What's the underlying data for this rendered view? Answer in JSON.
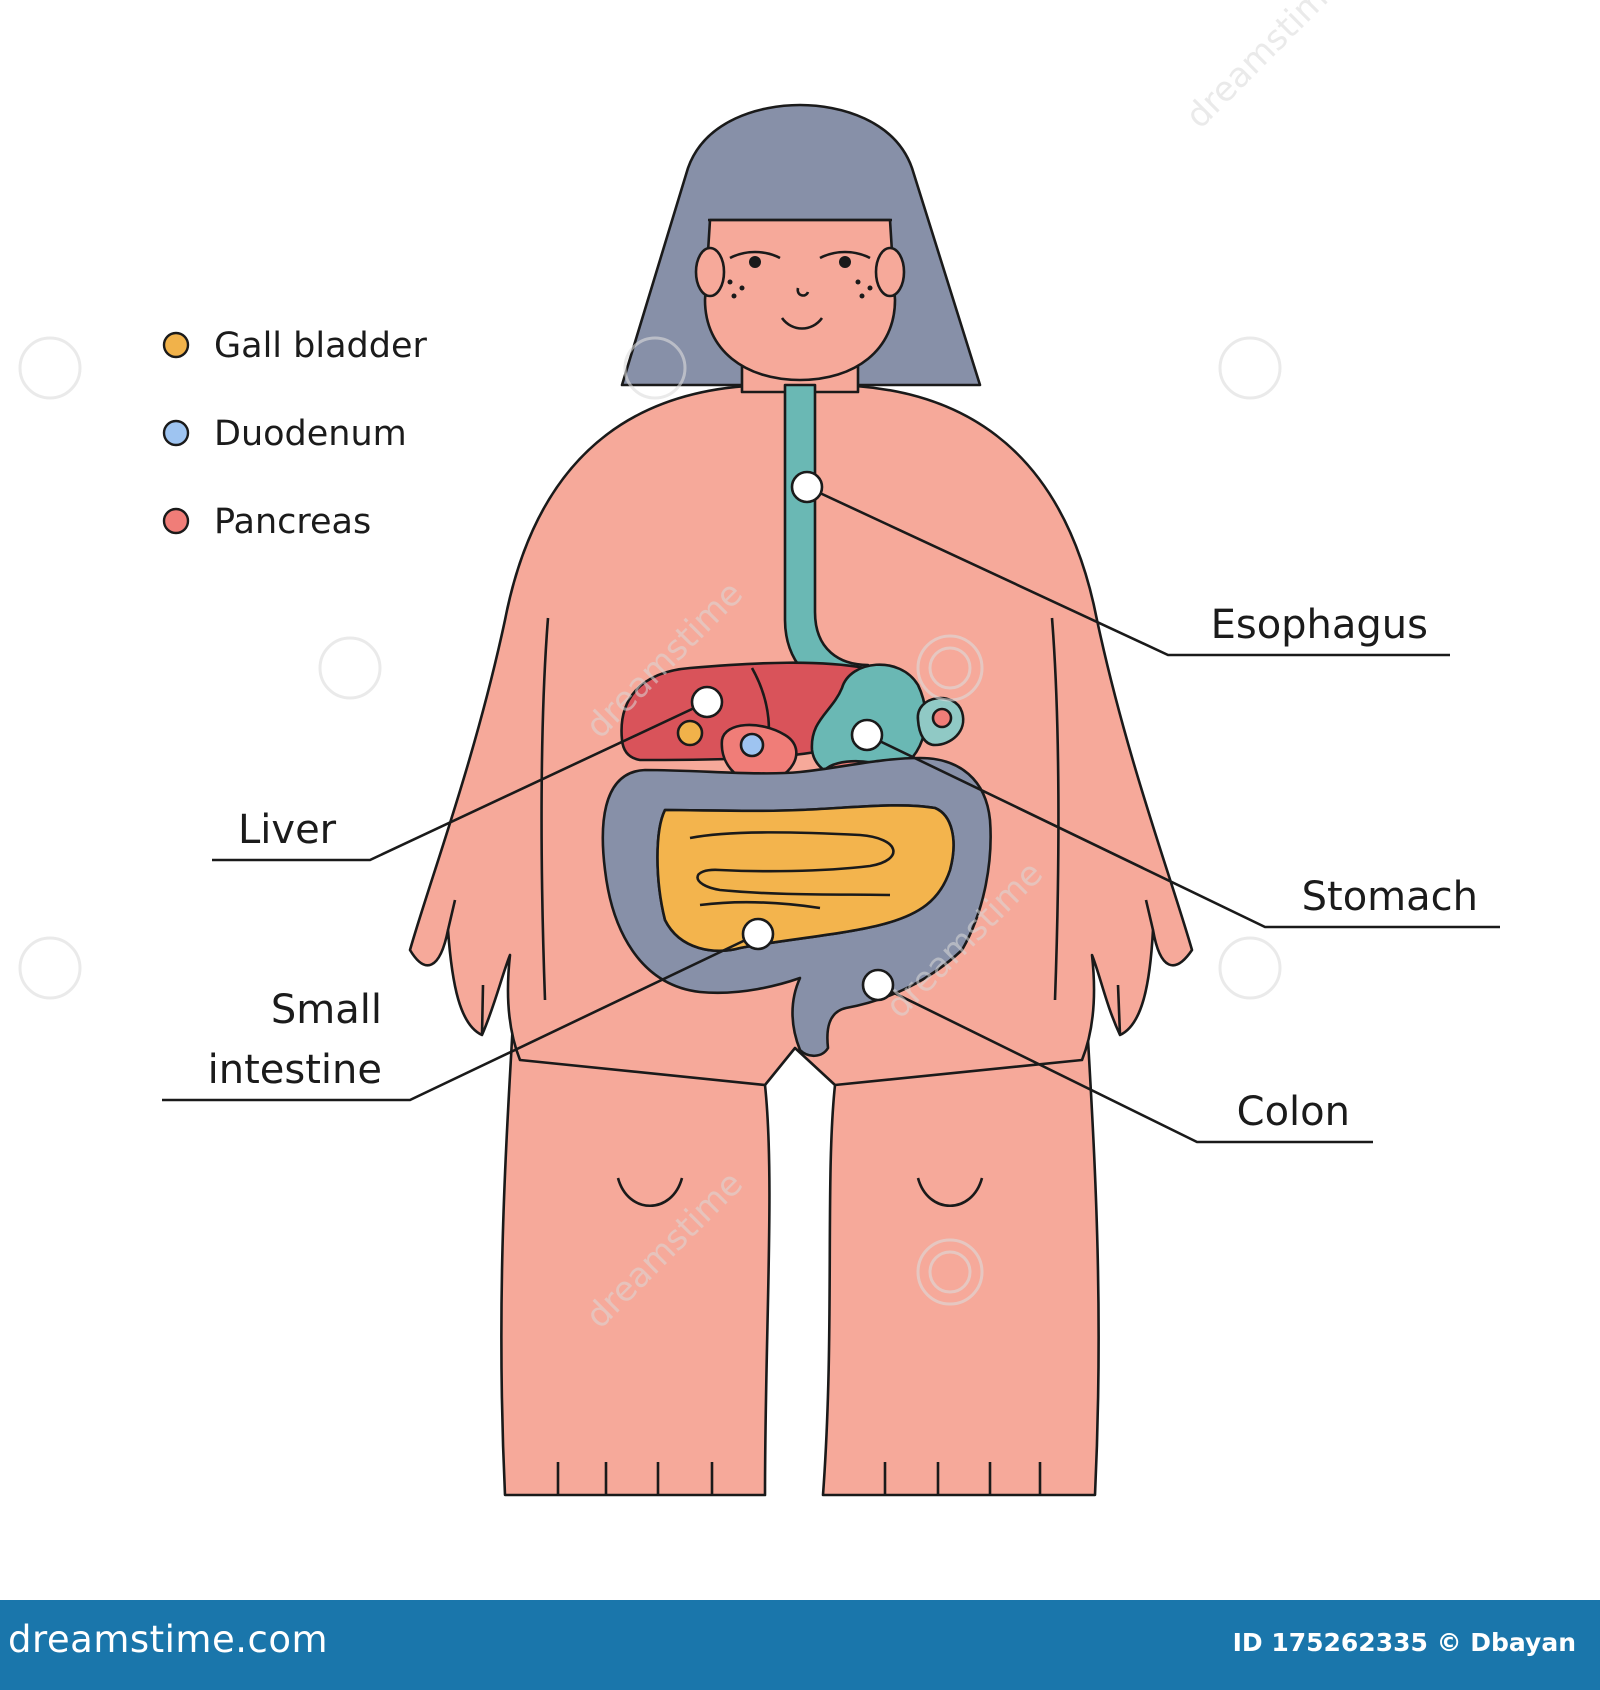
{
  "legend": {
    "items": [
      {
        "label": "Gall bladder",
        "color": "#f1b24a"
      },
      {
        "label": "Duodenum",
        "color": "#9ec4f1"
      },
      {
        "label": "Pancreas",
        "color": "#f07d78"
      }
    ]
  },
  "labels": {
    "esophagus": "Esophagus",
    "stomach": "Stomach",
    "colon": "Colon",
    "liver": "Liver",
    "small_intestine_line1": "Small",
    "small_intestine_line2": "intestine"
  },
  "colors": {
    "skin": "#f6a99a",
    "hair": "#8790a8",
    "esophagus": "#6ab8b4",
    "liver": "#d9535a",
    "colon": "#8790a8",
    "small_intestine": "#f3b44d",
    "footer": "#1a76ab"
  },
  "watermark": {
    "text": "dreamstime"
  },
  "footer": {
    "brand": "dreamstime.com",
    "image_id": "ID 175262335 © Dbayan"
  }
}
